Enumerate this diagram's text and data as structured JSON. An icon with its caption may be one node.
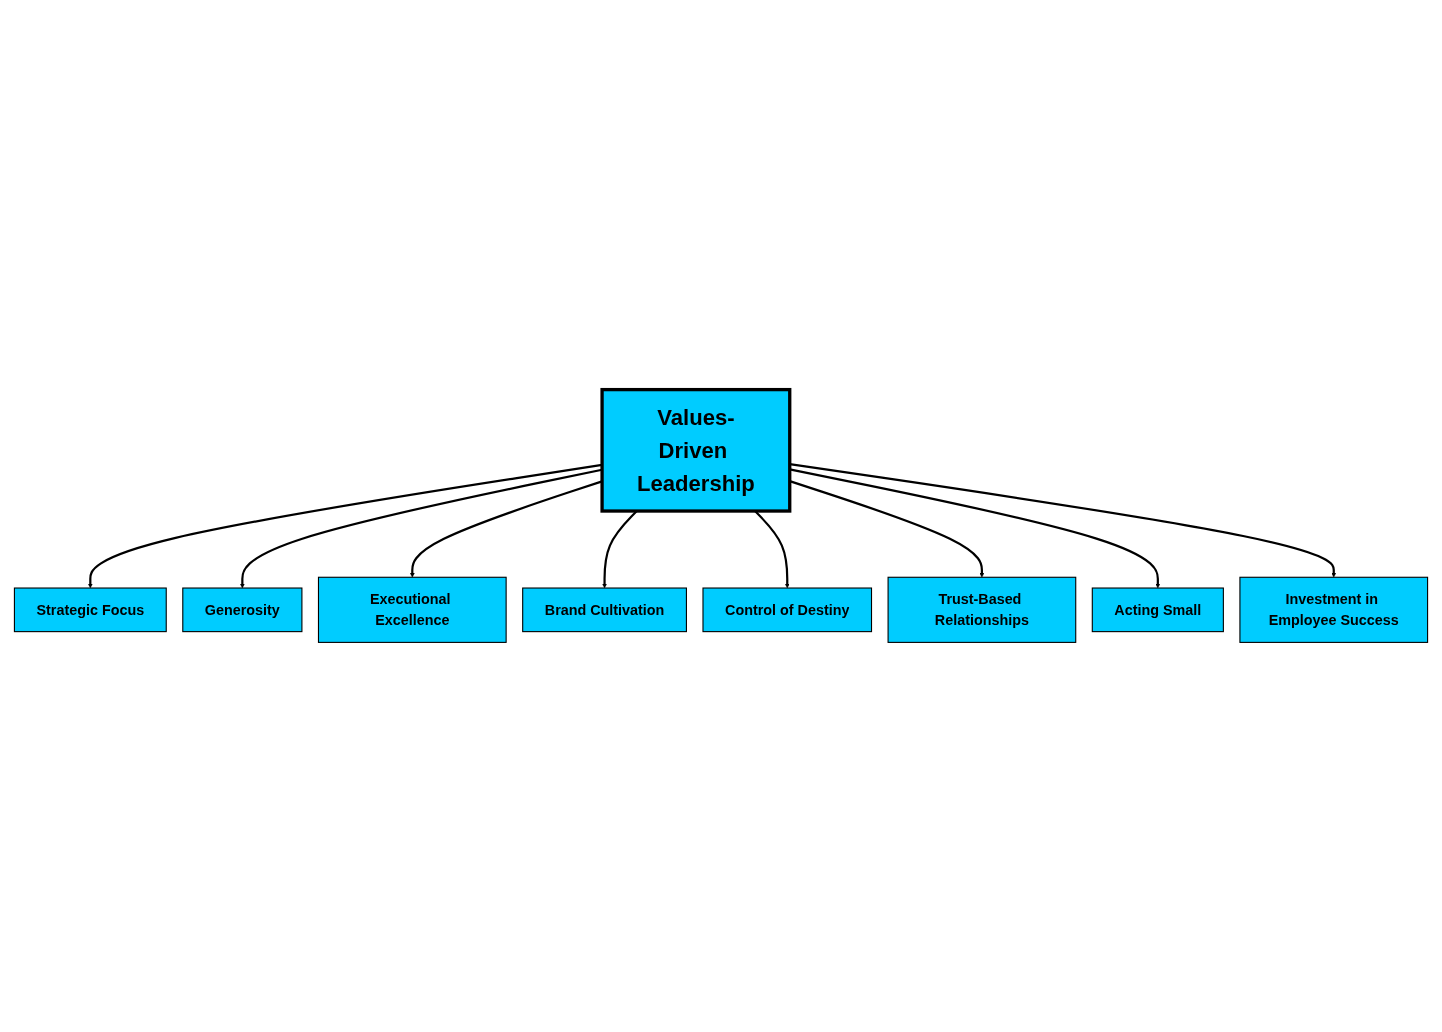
{
  "diagram": {
    "nodes": [
      {
        "text": [
          "Strategic Focus"
        ]
      },
      {
        "text": [
          "Generosity"
        ]
      },
      {
        "text": [
          "Executional Excellence"
        ]
      },
      {
        "text": [
          "Brand Cultivation"
        ]
      },
      {
        "text": [
          "Values-Driven Leadership"
        ]
      },
      {
        "text": [
          "Control of Destiny"
        ]
      },
      {
        "text": [
          "Trust-Based Relationships"
        ]
      },
      {
        "text": [
          "Acting Small"
        ]
      },
      {
        "text": [
          "Investment in Employee Success"
        ]
      }
    ],
    "edges": [
      {
        "from": 4,
        "to": 0,
        "arrow": "to"
      },
      {
        "from": 4,
        "to": 1,
        "arrow": "to"
      },
      {
        "from": 4,
        "to": 2,
        "arrow": "to"
      },
      {
        "from": 4,
        "to": 3,
        "arrow": "to"
      },
      {
        "from": 4,
        "to": 5,
        "arrow": "to"
      },
      {
        "from": 4,
        "to": 6,
        "arrow": "to"
      },
      {
        "from": 4,
        "to": 7,
        "arrow": "to"
      },
      {
        "from": 4,
        "to": 8,
        "arrow": "to"
      }
    ]
  }
}
